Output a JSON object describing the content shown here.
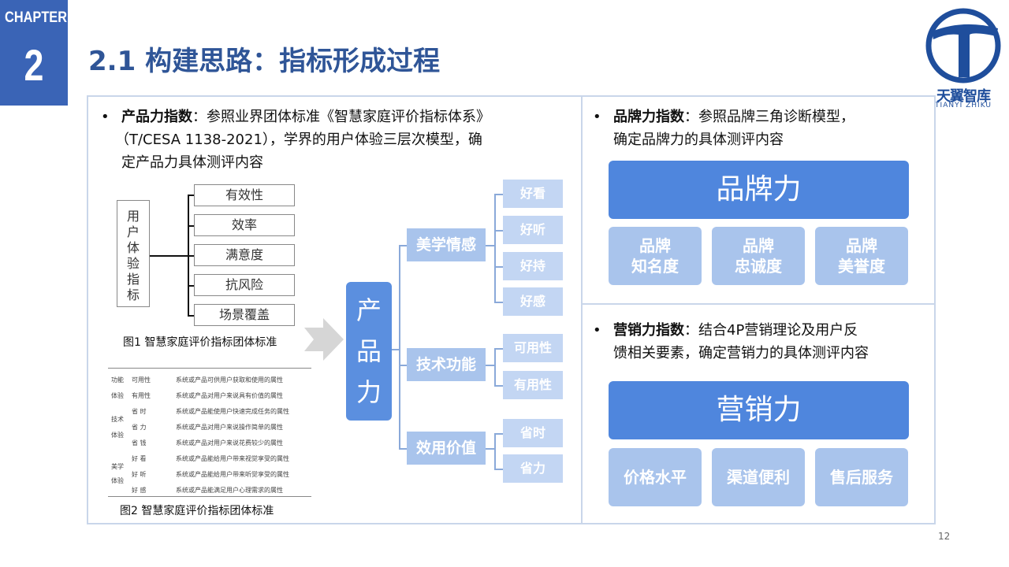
{
  "chapter": {
    "label": "CHAPTER",
    "number": "2"
  },
  "title": "2.1 构建思路：指标形成过程",
  "logo": {
    "cn": "天翼智库",
    "en": "TIANYI ZHIKU",
    "brand_color": "#1f4e9c"
  },
  "left_panel": {
    "bullet_bold": "产品力指数",
    "bullet_text_1": "：参照业界团体标准《智慧家庭评价指标体系》",
    "bullet_text_2": "（T/CESA 1138-2021），学界的用户体验三层次模型，确",
    "bullet_text_3": "定产品力具体测评内容",
    "figure1": {
      "stack_label": [
        "用",
        "户",
        "体",
        "验",
        "指",
        "标"
      ],
      "items": [
        "有效性",
        "效率",
        "满意度",
        "抗风险",
        "场景覆盖"
      ],
      "caption": "图1 智慧家庭评价指标团体标准"
    },
    "figure2": {
      "rows": [
        {
          "group": "功能",
          "item": "可用性",
          "desc": "系统或产品可供用户获取和使用的属性"
        },
        {
          "group": "体验",
          "item": "有用性",
          "desc": "系统或产品对用户来说具有价值的属性"
        },
        {
          "group": "",
          "item": "省  时",
          "desc": "系统或产品能使用户快速完成任务的属性"
        },
        {
          "group": "技术",
          "item": "省  力",
          "desc": "系统或产品对用户来说操作简单的属性"
        },
        {
          "group": "体验",
          "item": "省  钱",
          "desc": "系统或产品对用户来说花费较少的属性"
        },
        {
          "group": "美学",
          "item": "好  看",
          "desc": "系统或产品能给用户带来视觉享受的属性"
        },
        {
          "group": "体验",
          "item": "好  听",
          "desc": "系统或产品能给用户带来听觉享受的属性"
        },
        {
          "group": "",
          "item": "好  感",
          "desc": "系统或产品能满足用户心理需求的属性"
        }
      ],
      "caption": "图2 智慧家庭评价指标团体标准"
    },
    "tree": {
      "root": [
        "产",
        "品",
        "力"
      ],
      "categories": [
        {
          "label": "美学情感",
          "leaves": [
            "好看",
            "好听",
            "好持",
            "好感"
          ]
        },
        {
          "label": "技术功能",
          "leaves": [
            "可用性",
            "有用性"
          ]
        },
        {
          "label": "效用价值",
          "leaves": [
            "省时",
            "省力"
          ]
        }
      ]
    }
  },
  "brand_panel": {
    "bullet_bold": "品牌力指数",
    "bullet_text_1": "：参照品牌三角诊断模型，",
    "bullet_text_2": "确定品牌力的具体测评内容",
    "main": "品牌力",
    "subs": [
      {
        "line1": "品牌",
        "line2": "知名度"
      },
      {
        "line1": "品牌",
        "line2": "忠诚度"
      },
      {
        "line1": "品牌",
        "line2": "美誉度"
      }
    ]
  },
  "marketing_panel": {
    "bullet_bold": "营销力指数",
    "bullet_text_1": "：结合4P营销理论及用户反",
    "bullet_text_2": "馈相关要素，确定营销力的具体测评内容",
    "main": "营销力",
    "subs": [
      "价格水平",
      "渠道便利",
      "售后服务"
    ]
  },
  "page_number": "12",
  "colors": {
    "chapter_bg": "#3a64b6",
    "title": "#2f5597",
    "accent": "#4f86dd",
    "light": "#a9c4ec"
  }
}
